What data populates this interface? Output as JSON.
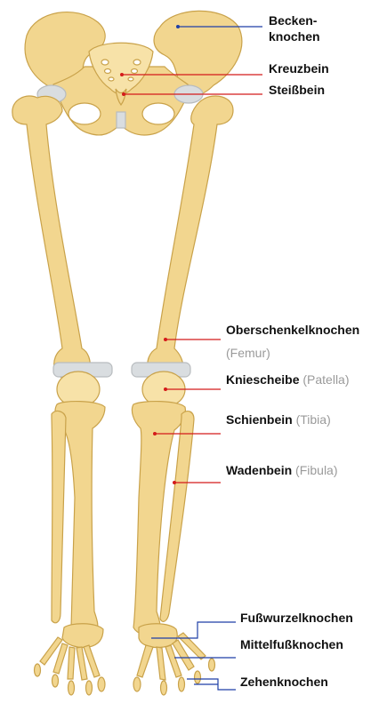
{
  "labels": {
    "becken_1": "Becken-",
    "becken_2": "knochen",
    "kreuzbein": "Kreuzbein",
    "steissbein": "Steißbein",
    "oberschenkel": "Oberschenkelknochen",
    "femur": "(Femur)",
    "kniescheibe": "Kniescheibe",
    "patella": "(Patella)",
    "schienbein": "Schienbein",
    "tibia": "(Tibia)",
    "wadenbein": "Wadenbein",
    "fibula": "(Fibula)",
    "fusswurzel": "Fußwurzelknochen",
    "mittelfuss": "Mittelfußknochen",
    "zehen": "Zehenknochen"
  },
  "colors": {
    "bone": "#f2d68f",
    "bone_light": "#f7e2a8",
    "outline": "#c9a24a",
    "cartilage": "#d9dde0",
    "line_blue": "#1f3fa6",
    "line_red": "#d41a1a",
    "label_text": "#111111",
    "label_latin": "#9a9a9a"
  }
}
